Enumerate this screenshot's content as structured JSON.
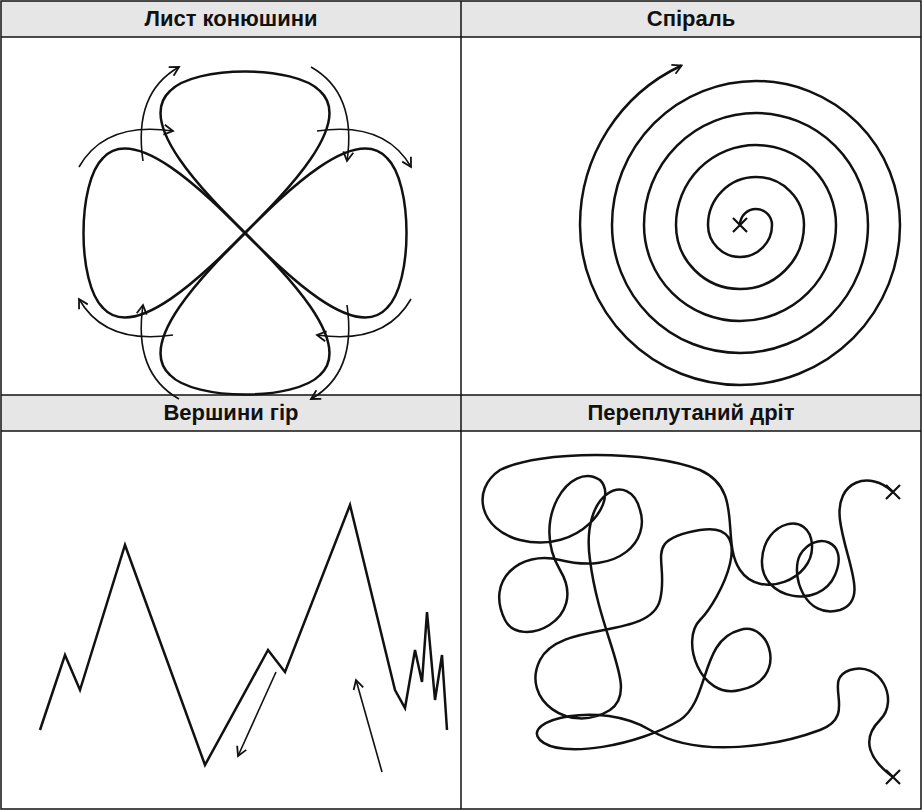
{
  "diagram": {
    "labels": [
      "Лист конюшини",
      "Спіраль",
      "Вершини гір",
      "Переплутаний дріт"
    ]
  }
}
